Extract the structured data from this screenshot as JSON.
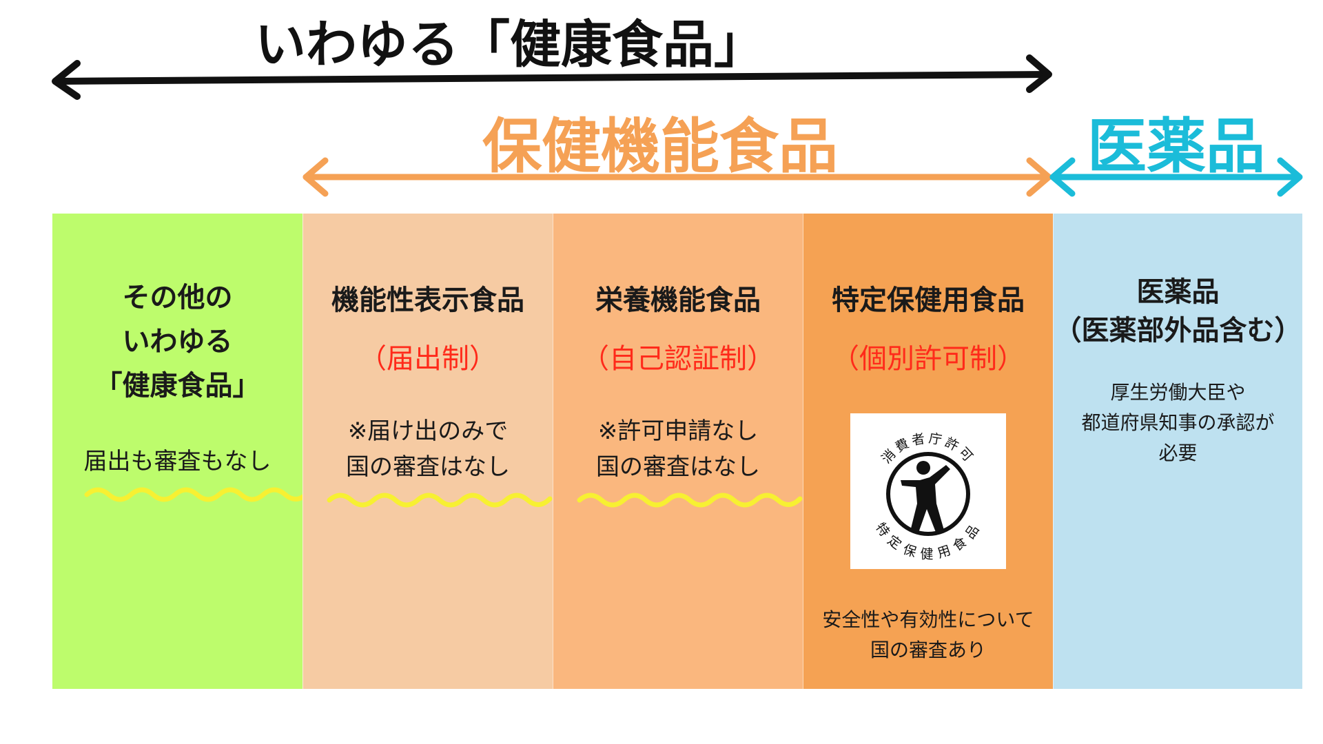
{
  "header": {
    "top_title": "いわゆる「健康食品」",
    "hoken_title": "保健機能食品",
    "iyaku_title": "医薬品"
  },
  "columns": [
    {
      "id": "other",
      "title_lines": [
        "その他の",
        "いわゆる",
        "「健康食品」"
      ],
      "note_lines": [
        "届出も審査もなし"
      ],
      "color": "#bdfc6c"
    },
    {
      "id": "kinousei",
      "title_lines": [
        "機能性表示食品"
      ],
      "sub": "（届出制）",
      "note_lines": [
        "※届け出のみで",
        "国の審査はなし"
      ],
      "color": "#f6cba3"
    },
    {
      "id": "eiyou",
      "title_lines": [
        "栄養機能食品"
      ],
      "sub": "（自己認証制）",
      "note_lines": [
        "※許可申請なし",
        "国の審査はなし"
      ],
      "color": "#fab77e"
    },
    {
      "id": "tokutei",
      "title_lines": [
        "特定保健用食品"
      ],
      "sub": "（個別許可制）",
      "logo": {
        "top_text": "消費者庁許可",
        "bottom_text": "特定保健用食品",
        "icon": "tokuho-person-icon"
      },
      "desc_lines": [
        "安全性や有効性について",
        "国の審査あり"
      ],
      "color": "#f5a253"
    },
    {
      "id": "iyakuhin",
      "title_lines": [
        "医薬品",
        "（医薬部外品含む）"
      ],
      "desc_lines": [
        "厚生労働大臣や",
        "都道府県知事の承認が",
        "必要"
      ],
      "color": "#bee1f0"
    }
  ],
  "colors": {
    "black_arrow": "#111111",
    "orange_arrow": "#f5a155",
    "cyan_arrow": "#1bbcd9",
    "red_text": "#ff2a1a",
    "highlight": "#f7f032"
  }
}
